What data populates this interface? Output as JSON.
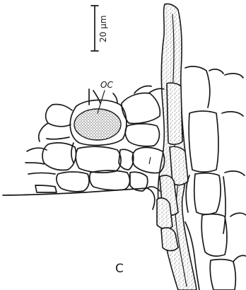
{
  "figure": {
    "scale_bar_label": "20 µm",
    "labels": {
      "oc": "OC",
      "l": "l",
      "panel": "C"
    }
  }
}
